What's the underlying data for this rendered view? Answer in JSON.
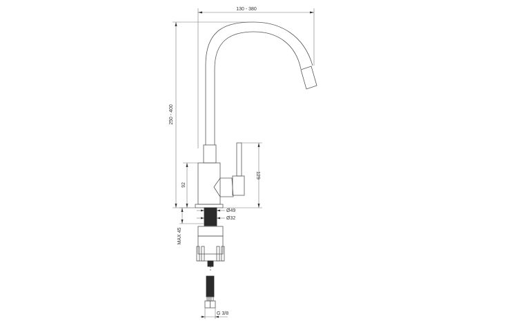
{
  "drawing": {
    "title": "Kitchen faucet technical drawing",
    "colors": {
      "line": "#555555",
      "dim_line": "#777777",
      "fill_dark": "#2b2b2b",
      "text": "#333333",
      "background": "#ffffff"
    },
    "dimensions": {
      "width_reach": "130 - 380",
      "total_height": "250 - 400",
      "body_height": "92",
      "lever_height": "129",
      "base_diameter": "Ø49",
      "thread_diameter": "Ø32",
      "max_counter_thickness": "MAX 45",
      "hose_connector": "G 3/8"
    }
  }
}
